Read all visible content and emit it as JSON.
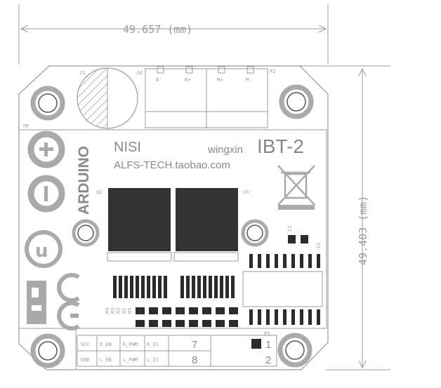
{
  "dimensions": {
    "width": "49.657 (mm)",
    "height": "49.403 (mm)"
  },
  "board": {
    "brand": "NISI",
    "author": "wingxin",
    "model": "IBT-2",
    "shop": "ALFS-TECH.taobao.com",
    "arduino_text": "ARDUINO",
    "tm": "TM"
  },
  "labels": {
    "u2": "U2",
    "u3": "U3",
    "c2": "C2",
    "s1": "S1",
    "p3": "P3",
    "p2": "P2",
    "j1": "J1",
    "jd": "Jd",
    "r4": "R4",
    "r3": "R3",
    "r2": "R2",
    "r1": "R1",
    "r5": "R5"
  },
  "terminals": [
    "B-",
    "B+",
    "M+",
    "M-"
  ],
  "header": {
    "row1": [
      "VCC",
      "R_EN",
      "R_PWM",
      "R_IS"
    ],
    "row2": [
      "GND",
      "L_EN",
      "L_PWM",
      "L_IS"
    ],
    "pin_right": [
      "7",
      "8"
    ],
    "pin_p3": [
      "1",
      "2"
    ]
  },
  "colors": {
    "line": "#9a9a9a",
    "dark": "#2b2b2b",
    "chip": "#333333"
  }
}
